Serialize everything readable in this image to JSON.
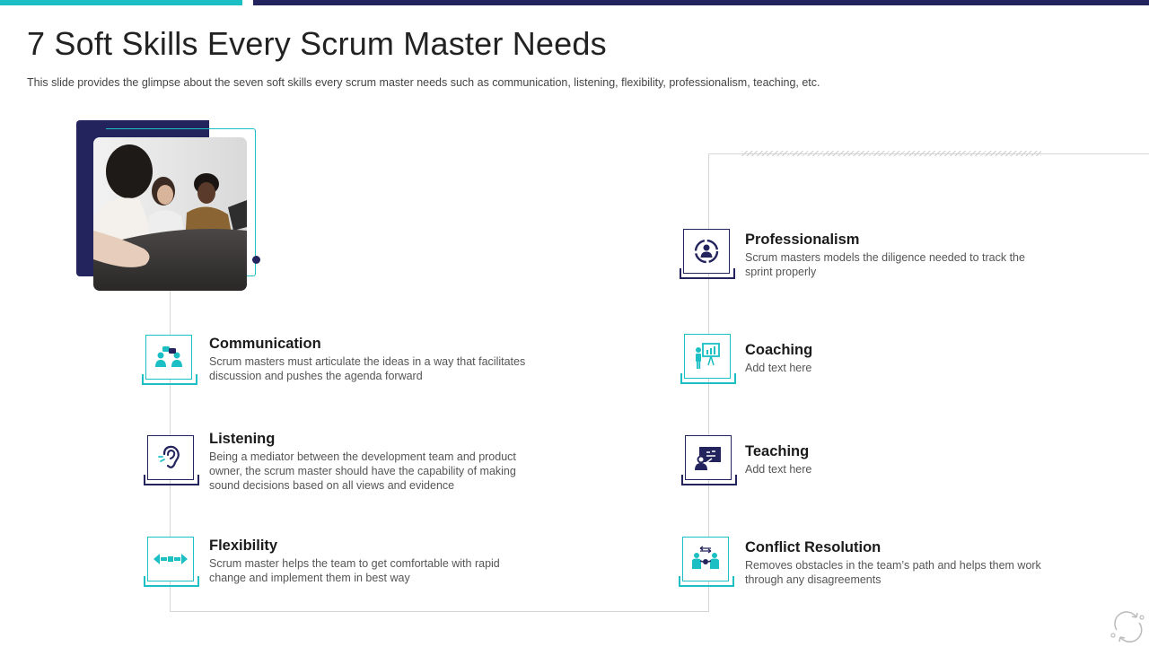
{
  "title": "7 Soft Skills Every Scrum Master Needs",
  "subtitle": "This slide provides  the glimpse about the seven  soft skills every  scrum master needs  such as communication,  listening, flexibility, professionalism,  teaching, etc.",
  "colors": {
    "teal": "#1bbfc4",
    "navy": "#23235e"
  },
  "skills": [
    {
      "title": "Communication",
      "desc": "Scrum masters must articulate the ideas in a way that facilitates discussion and pushes the agenda forward",
      "icon": "people-talking-icon"
    },
    {
      "title": "Listening",
      "desc": "Being a mediator  between the development  team and product owner, the scrum master should have  the capability of making sound decisions based on all views  and evidence",
      "icon": "ear-icon"
    },
    {
      "title": "Flexibility",
      "desc": "Scrum master helps the team to get comfortable  with rapid change and implement them in best way",
      "icon": "arrows-left-right-icon"
    },
    {
      "title": "Professionalism",
      "desc": "Scrum masters models the diligence needed to track the sprint properly",
      "icon": "professional-person-icon"
    },
    {
      "title": "Coaching",
      "desc": "Add text here",
      "icon": "presentation-board-icon"
    },
    {
      "title": "Teaching",
      "desc": "Add text here",
      "icon": "teacher-screen-icon"
    },
    {
      "title": "Conflict Resolution",
      "desc": "Removes  obstacles in the team’s path and helps them work through any disagreements",
      "icon": "conflict-resolution-icon"
    }
  ]
}
